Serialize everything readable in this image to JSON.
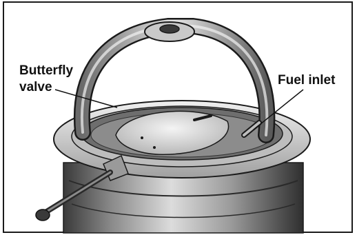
{
  "callouts": {
    "butterfly_valve": [
      "Butterfly",
      "valve"
    ],
    "fuel_inlet": "Fuel inlet"
  },
  "colors": {
    "frame": "#1a1a1a",
    "metal_light": "#d8d8d8",
    "metal_mid": "#a9a9a9",
    "metal_dark": "#555555",
    "ink": "#111111"
  },
  "icons": {
    "illustration": "carburetor-top-cutaway-illustration"
  }
}
